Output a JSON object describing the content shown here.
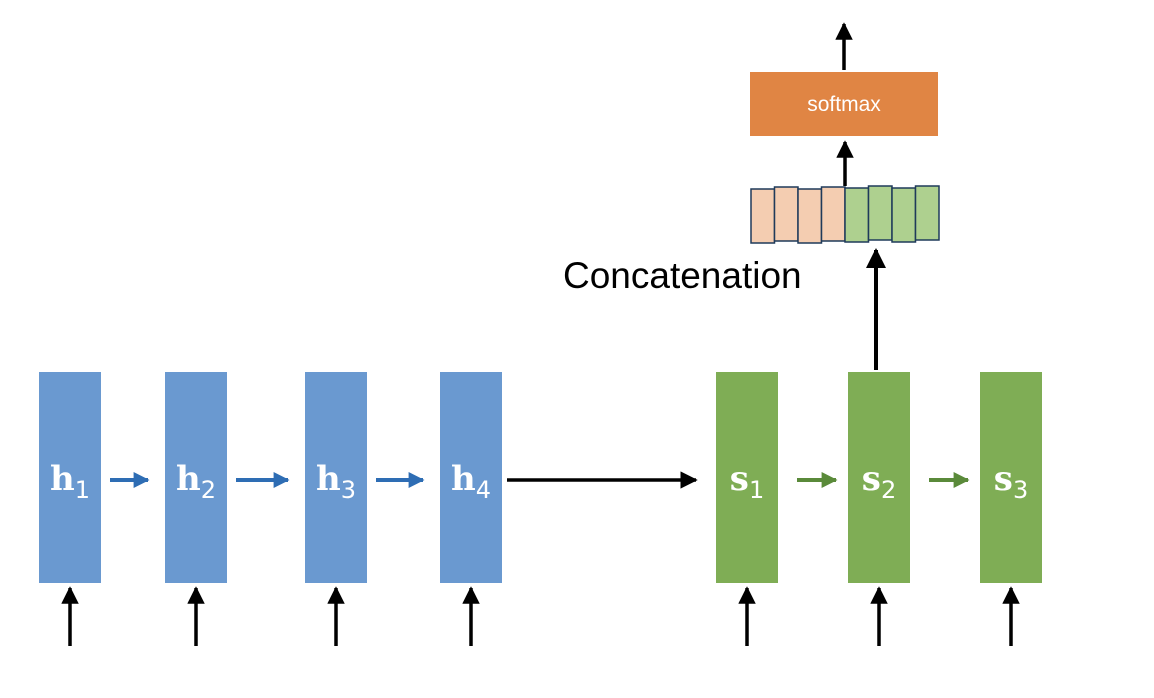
{
  "colors": {
    "encoder": "#6a99d0",
    "decoder": "#7fad55",
    "softmax": "#e08544",
    "concat_encoder": "#f4cdb1",
    "concat_decoder": "#aed08f",
    "concat_border": "#1f3a5a",
    "encoder_arrow": "#2e6db4",
    "decoder_arrow": "#5a8a3a",
    "arrow": "#000000"
  },
  "encoder": {
    "cells": [
      {
        "base": "h",
        "sub": "1"
      },
      {
        "base": "h",
        "sub": "2"
      },
      {
        "base": "h",
        "sub": "3"
      },
      {
        "base": "h",
        "sub": "4"
      }
    ]
  },
  "decoder": {
    "cells": [
      {
        "base": "s",
        "sub": "1"
      },
      {
        "base": "s",
        "sub": "2"
      },
      {
        "base": "s",
        "sub": "3"
      }
    ]
  },
  "concatenation": {
    "label": "Concatenation",
    "encoder_units": 4,
    "decoder_units": 4
  },
  "softmax": {
    "label": "softmax"
  }
}
